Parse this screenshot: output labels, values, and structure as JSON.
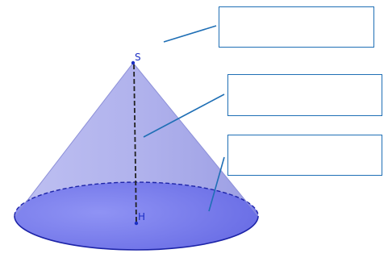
{
  "figure": {
    "apex_label": "S",
    "center_label": "H",
    "label_boxes": [
      {
        "name": "answer-box-1",
        "text": ""
      },
      {
        "name": "answer-box-2",
        "text": ""
      },
      {
        "name": "answer-box-3",
        "text": ""
      }
    ]
  },
  "colors": {
    "cone_side": "#a3a6ea",
    "base": "#6e72ec",
    "base_edge": "#1d24a8",
    "points": "#1c2fc4",
    "box_border": "#1f6fb5",
    "leader_line": "#1f6fb5",
    "height_line": "#222222"
  }
}
